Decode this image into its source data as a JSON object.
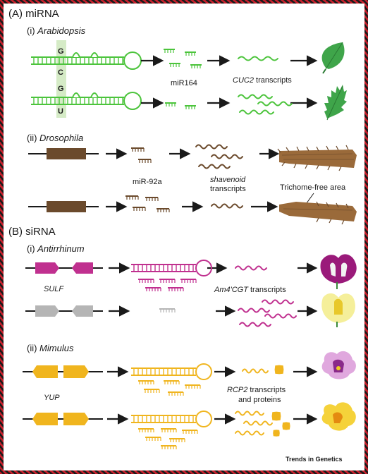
{
  "colors": {
    "mirna_arabidopsis": "#4cc43c",
    "mirna_drosophila": "#6b4a2c",
    "sirna_antirrhinum": "#c0308f",
    "sirna_mimulus": "#f0b51e",
    "grey_allele": "#b5b5b5",
    "highlight": "#d5ebc6",
    "arrow": "#1a1a1a",
    "frame_red": "#c8202c"
  },
  "sectionA": {
    "title": "(A) miRNA",
    "arabidopsis": {
      "label_prefix": "(i) ",
      "label_species": "Arabidopsis",
      "alleles": [
        "G",
        "C",
        "G",
        "U"
      ],
      "small_rna_label": "miR164",
      "transcript_label_gene": "CUC2",
      "transcript_label_rest": " transcripts",
      "icons": [
        "rounded-leaf-icon",
        "serrated-leaf-icon"
      ]
    },
    "drosophila": {
      "label_prefix": "(ii) ",
      "label_species": "Drosophila",
      "small_rna_label": "miR-92a",
      "transcript_label_gene": "shavenoid",
      "transcript_label_rest": "transcripts",
      "phenotype_label": "Trichome-free area",
      "icons": [
        "hairy-leg-icon",
        "smooth-leg-icon"
      ]
    }
  },
  "sectionB": {
    "title": "(B) siRNA",
    "antirrhinum": {
      "label_prefix": "(i) ",
      "label_species": "Antirrhinum",
      "locus_label": "SULF",
      "transcript_label_gene": "Am4'CGT",
      "transcript_label_rest": " transcripts",
      "icons": [
        "magenta-flower-icon",
        "yellow-flower-icon"
      ]
    },
    "mimulus": {
      "label_prefix": "(ii) ",
      "label_species": "Mimulus",
      "locus_label": "YUP",
      "transcript_label_line1": "RCP2 transcripts",
      "transcript_label_line2": "and proteins",
      "icons": [
        "pink-flower-icon",
        "yellow-flower-icon"
      ]
    }
  },
  "footer": {
    "brand": "Trends in Genetics"
  }
}
